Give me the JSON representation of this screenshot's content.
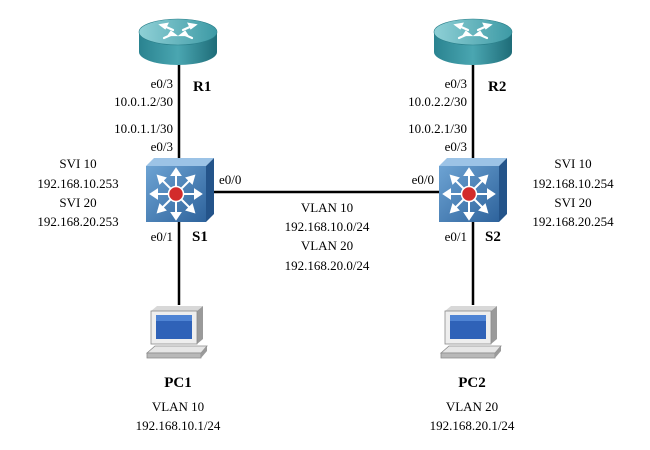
{
  "devices": {
    "r1": {
      "name": "R1",
      "icon": "router-icon"
    },
    "r2": {
      "name": "R2",
      "icon": "router-icon"
    },
    "s1": {
      "name": "S1",
      "icon": "multilayer-switch-icon"
    },
    "s2": {
      "name": "S2",
      "icon": "multilayer-switch-icon"
    },
    "pc1": {
      "name": "PC1",
      "icon": "pc-icon",
      "vlan": "VLAN 10",
      "ip": "192.168.10.1/24"
    },
    "pc2": {
      "name": "PC2",
      "icon": "pc-icon",
      "vlan": "VLAN 20",
      "ip": "192.168.20.1/24"
    }
  },
  "links": {
    "r1_s1": {
      "r1_if": "e0/3",
      "r1_ip": "10.0.1.2/30",
      "s1_ip": "10.0.1.1/30",
      "s1_if": "e0/3"
    },
    "r2_s2": {
      "r2_if": "e0/3",
      "r2_ip": "10.0.2.2/30",
      "s2_ip": "10.0.2.1/30",
      "s2_if": "e0/3"
    },
    "s1_s2": {
      "s1_if": "e0/0",
      "s2_if": "e0/0",
      "vlan10": "VLAN 10",
      "vlan10_net": "192.168.10.0/24",
      "vlan20": "VLAN 20",
      "vlan20_net": "192.168.20.0/24"
    },
    "s1_pc1": {
      "s1_if": "e0/1"
    },
    "s2_pc2": {
      "s2_if": "e0/1"
    }
  },
  "svi": {
    "s1": {
      "svi10": "SVI 10",
      "svi10_ip": "192.168.10.253",
      "svi20": "SVI 20",
      "svi20_ip": "192.168.20.253"
    },
    "s2": {
      "svi10": "SVI 10",
      "svi10_ip": "192.168.10.254",
      "svi20": "SVI 20",
      "svi20_ip": "192.168.20.254"
    }
  },
  "colors": {
    "router_body": "#2f8f9b",
    "switch_body": "#3f78b0",
    "switch_center": "#d22b2b",
    "link": "#000000"
  }
}
